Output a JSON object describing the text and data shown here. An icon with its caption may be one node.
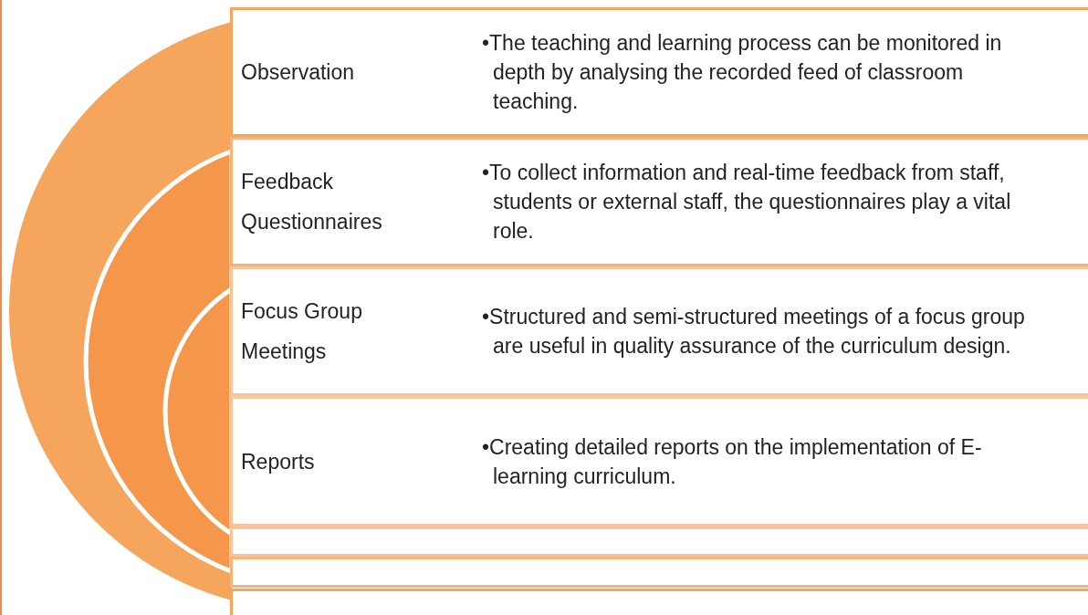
{
  "diagram": {
    "nodes": [
      {
        "text": [
          "Observation",
          "•The teaching and learning process can be monitored in depth by analysing the recorded feed of classroom teaching."
        ]
      },
      {
        "text": [
          "Feedback Questionnaires",
          "•To collect information and real-time feedback from staff, students or external staff, the questionnaires play a vital role."
        ]
      },
      {
        "text": [
          "Focus Group Meetings",
          "•Structured and semi-structured meetings of a focus group are useful in quality assurance of the curriculum design."
        ]
      },
      {
        "text": [
          "Reports",
          "•Creating detailed reports on the implementation of E-learning curriculum."
        ]
      },
      {
        "text": [],
        "shape": "bar"
      },
      {
        "text": [],
        "shape": "bar"
      },
      {
        "text": [],
        "shape": "bar"
      }
    ]
  }
}
